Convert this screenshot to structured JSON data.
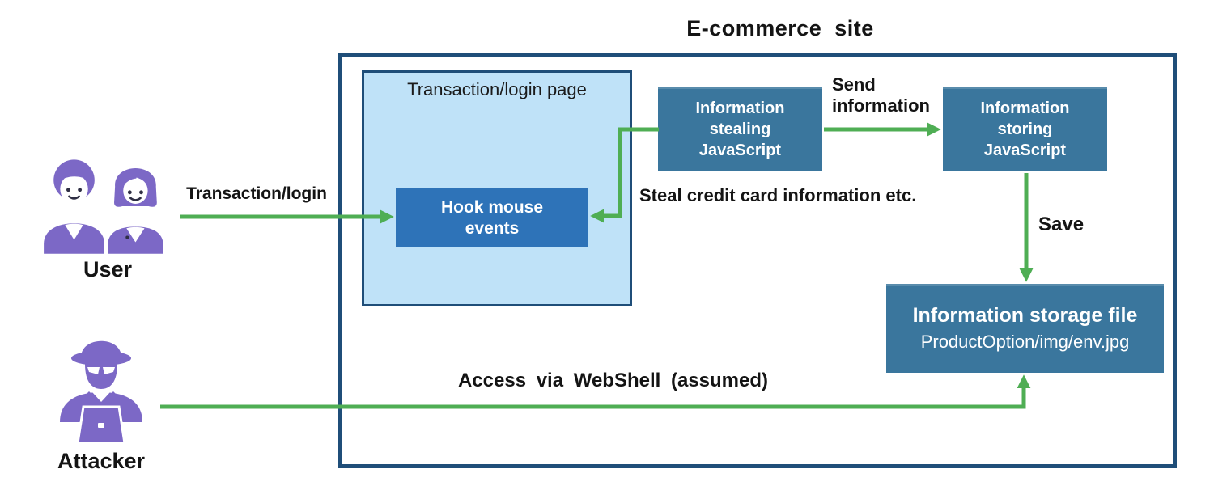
{
  "title": "E-commerce site",
  "actors": {
    "user": {
      "label": "User"
    },
    "attacker": {
      "label": "Attacker"
    }
  },
  "boxes": {
    "transaction_page": {
      "label": "Transaction/login page"
    },
    "hook": {
      "label": "Hook mouse events"
    },
    "stealing": {
      "label": "Information stealing JavaScript"
    },
    "storing": {
      "label": "Information storing JavaScript"
    },
    "storage": {
      "title": "Information storage file",
      "subtitle": "ProductOption/img/env.jpg"
    }
  },
  "labels": {
    "transaction_login": "Transaction/login",
    "send_information": "Send information",
    "steal_info": "Steal credit card information etc.",
    "save": "Save",
    "webshell": "Access via WebShell (assumed)"
  },
  "icons": {
    "user_pair": "user-pair-icon",
    "attacker": "attacker-spy-icon"
  },
  "colors": {
    "navy": "#1f4e79",
    "teal": "#3a769d",
    "blue": "#2e73b8",
    "lightblue": "#bfe2f8",
    "green": "#4fae54",
    "purple": "#7c68c6",
    "ink": "#141414"
  }
}
